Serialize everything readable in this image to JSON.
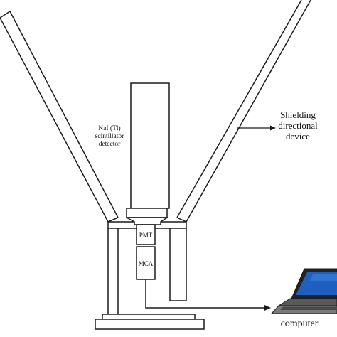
{
  "labels": {
    "detector_line1": "NaI (Tl)",
    "detector_line2": "scintillator",
    "detector_line3": "detector",
    "shield_line1": "Shielding",
    "shield_line2": "directional",
    "shield_line3": "device",
    "pmt": "PMT",
    "mca": "MCA",
    "computer": "computer"
  },
  "colors": {
    "stroke": "#1a1a1a",
    "fill": "#ffffff",
    "screen": "#1f5fbf",
    "screen_highlight": "#3f86e0",
    "keyboard": "#6b6b6b",
    "text": "#111111"
  },
  "icons": {
    "computer": "laptop-icon"
  }
}
